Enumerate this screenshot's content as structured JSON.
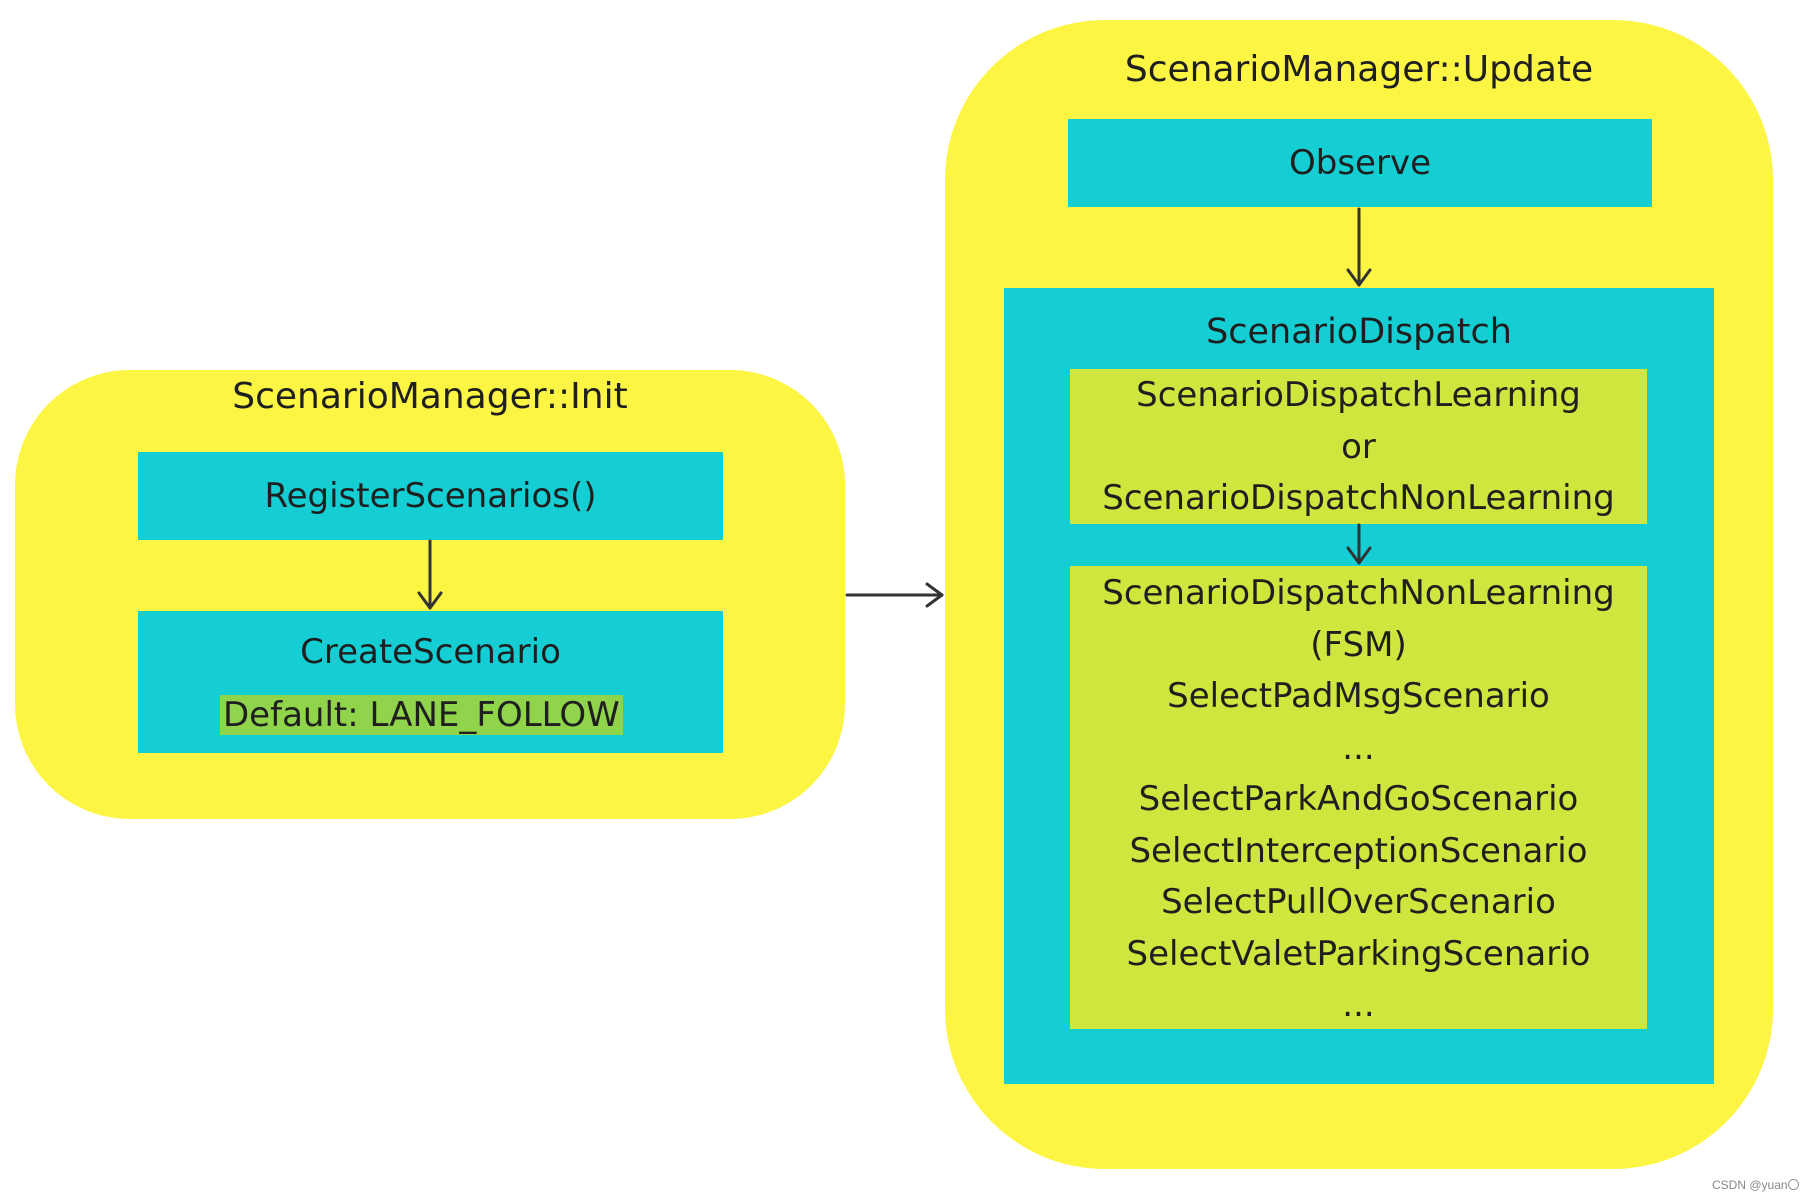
{
  "init_group": {
    "title": "ScenarioManager::Init",
    "register_label": "RegisterScenarios()",
    "create_label": "CreateScenario",
    "default_label": "Default: LANE_FOLLOW"
  },
  "update_group": {
    "title": "ScenarioManager::Update",
    "observe_label": "Observe",
    "dispatch": {
      "title": "ScenarioDispatch",
      "learning_box": {
        "lines": [
          "ScenarioDispatchLearning",
          "or",
          "ScenarioDispatchNonLearning"
        ]
      },
      "nonlearning_box": {
        "lines": [
          "ScenarioDispatchNonLearning",
          "(FSM)",
          "SelectPadMsgScenario",
          "...",
          "SelectParkAndGoScenario",
          "SelectInterceptionScenario",
          "SelectPullOverScenario",
          "SelectValetParkingScenario",
          "..."
        ]
      }
    }
  },
  "watermark": "CSDN @yuan〇",
  "colors": {
    "group_fill": "#fdf544",
    "node_fill": "#14ced4",
    "sub_fill": "#cfe63f",
    "highlight": "#8fd44a",
    "arrow": "#333333"
  }
}
